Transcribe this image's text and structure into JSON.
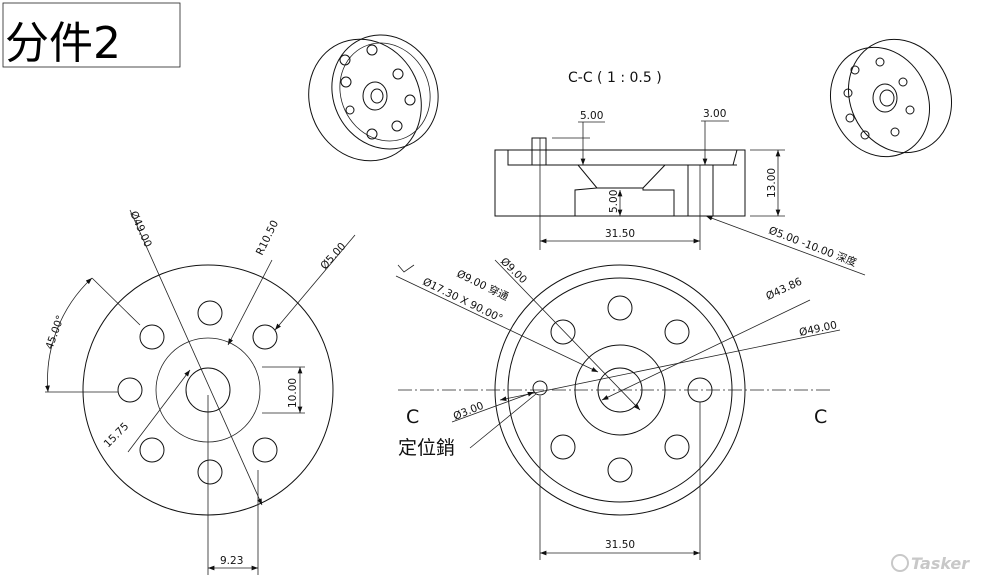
{
  "title": "分件2",
  "section": {
    "label": "C-C ( 1 : 0.5 )",
    "dims": {
      "recess_depth": "5.00",
      "slot_depth": "3.00",
      "height": "13.00",
      "cavity_depth": "5.00",
      "width": "31.50",
      "hole_note": "Ø5.00 -10.00 深度"
    }
  },
  "left_view": {
    "dims": {
      "outer_dia": "Ø49.00",
      "radius": "R10.50",
      "hole_dia": "Ø5.00",
      "angle": "45.00°",
      "width": "10.00",
      "offset": "15.75",
      "x_offset": "9.23"
    }
  },
  "right_view": {
    "dims": {
      "bore_dia": "Ø9.00",
      "through_note": "Ø9.00 穿通",
      "chamfer_note": "Ø17.30 X 90.00°",
      "inner_dia": "Ø43.86",
      "outer_dia": "Ø49.00",
      "pin_dia": "Ø3.00",
      "width": "31.50"
    },
    "section_mark_left": "C",
    "section_mark_right": "C",
    "pin_label": "定位銷"
  },
  "watermark": "Tasker"
}
